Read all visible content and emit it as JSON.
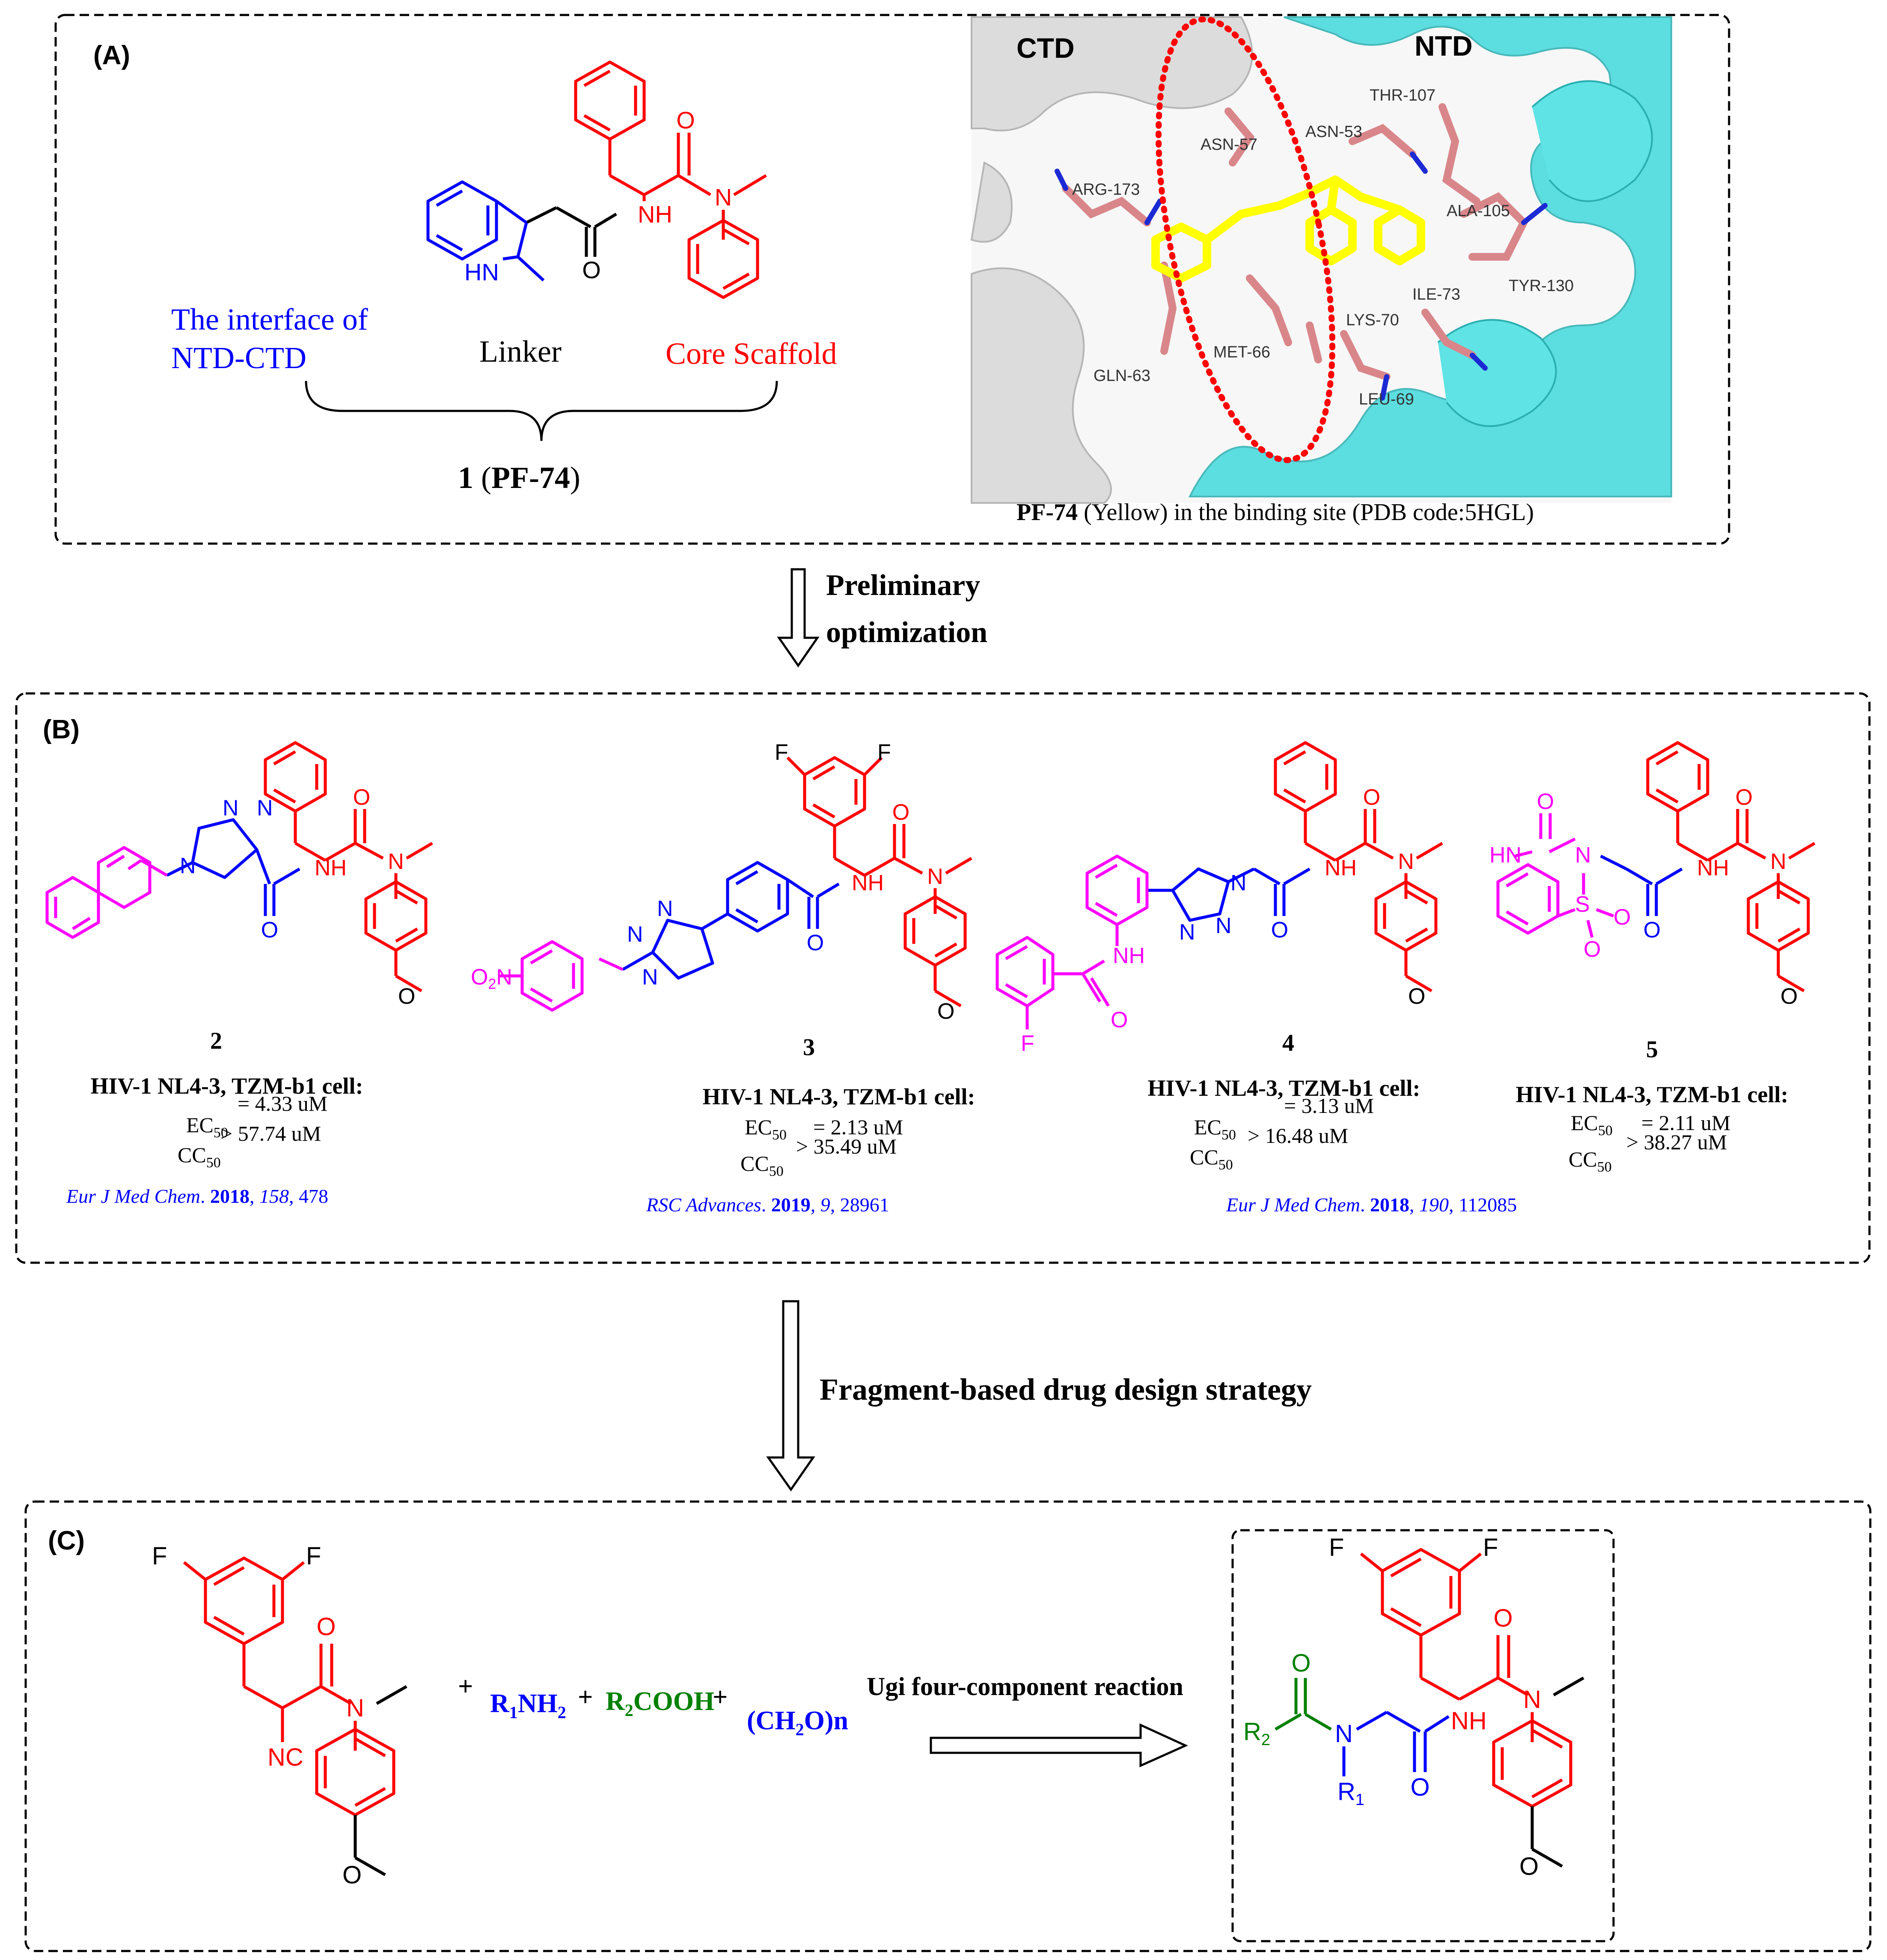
{
  "panelA": {
    "label": "(A)",
    "interface_line1": "The interface of",
    "interface_line2": "NTD-CTD",
    "linker": "Linker",
    "core": "Core Scaffold",
    "compound_num": "1",
    "compound_name": "PF-74",
    "ctd": "CTD",
    "ntd": "NTD",
    "residues": [
      "THR-107",
      "ASN-57",
      "ASN-53",
      "ARG-173",
      "ALA-105",
      "TYR-130",
      "ILE-73",
      "LYS-70",
      "MET-66",
      "GLN-63",
      "LEU-69"
    ],
    "caption_bold": "PF-74",
    "caption_rest": "(Yellow) in the binding site (PDB code:5HGL)"
  },
  "arrow1": {
    "line1": "Preliminary",
    "line2": "optimization"
  },
  "panelB": {
    "label": "(B)",
    "compounds": [
      {
        "num": "2",
        "assay": "HIV-1 NL4-3, TZM-b1 cell:",
        "ec": "= 4.33 uM",
        "cc": "> 57.74 uM",
        "ref_journal": "Eur J Med Chem",
        "ref_year": "2018",
        "ref_vol": "158",
        "ref_page": "478"
      },
      {
        "num": "3",
        "assay": "HIV-1 NL4-3, TZM-b1 cell:",
        "ec": "= 2.13 uM",
        "cc": "> 35.49 uM",
        "ref_journal": "RSC Advances",
        "ref_year": "2019",
        "ref_vol": "9",
        "ref_page": "28961"
      },
      {
        "num": "4",
        "assay": "HIV-1 NL4-3, TZM-b1 cell:",
        "ec": "= 3.13 uM",
        "cc": "> 16.48 uM",
        "ref_journal": "Eur J Med Chem",
        "ref_year": "2018",
        "ref_vol": "190",
        "ref_page": "112085"
      },
      {
        "num": "5",
        "assay": "HIV-1 NL4-3, TZM-b1 cell:",
        "ec": "= 2.11 uM",
        "cc": "> 38.27 uM"
      }
    ],
    "ec_label": "EC",
    "cc_label": "CC",
    "sub50": "50"
  },
  "arrow2": {
    "label": "Fragment-based drug design strategy"
  },
  "panelC": {
    "label": "(C)",
    "plus": "+",
    "r1nh2_r": "R",
    "r1nh2_sub": "1",
    "r1nh2_rest": "NH",
    "r1nh2_sub2": "2",
    "r2cooh_r": "R",
    "r2cooh_sub": "2",
    "r2cooh_rest": "COOH",
    "ch2o_a": "(CH",
    "ch2o_sub": "2",
    "ch2o_b": "O)n",
    "reaction": "Ugi four-component reaction"
  },
  "atoms": {
    "F": "F",
    "O": "O",
    "N": "N",
    "NH": "NH",
    "HN": "HN",
    "NC": "NC",
    "S": "S",
    "R": "R",
    "sub1": "1",
    "sub2": "2",
    "O2N_O": "O",
    "O2N_2": "2",
    "O2N_N": "N"
  },
  "colors": {
    "red": "#ff0000",
    "blue": "#0000ff",
    "magenta": "#ff00ff",
    "green": "#008000",
    "black": "#000000",
    "cyan": "#41d9db",
    "yellow": "#ffff00",
    "salmon": "#d9868a"
  }
}
